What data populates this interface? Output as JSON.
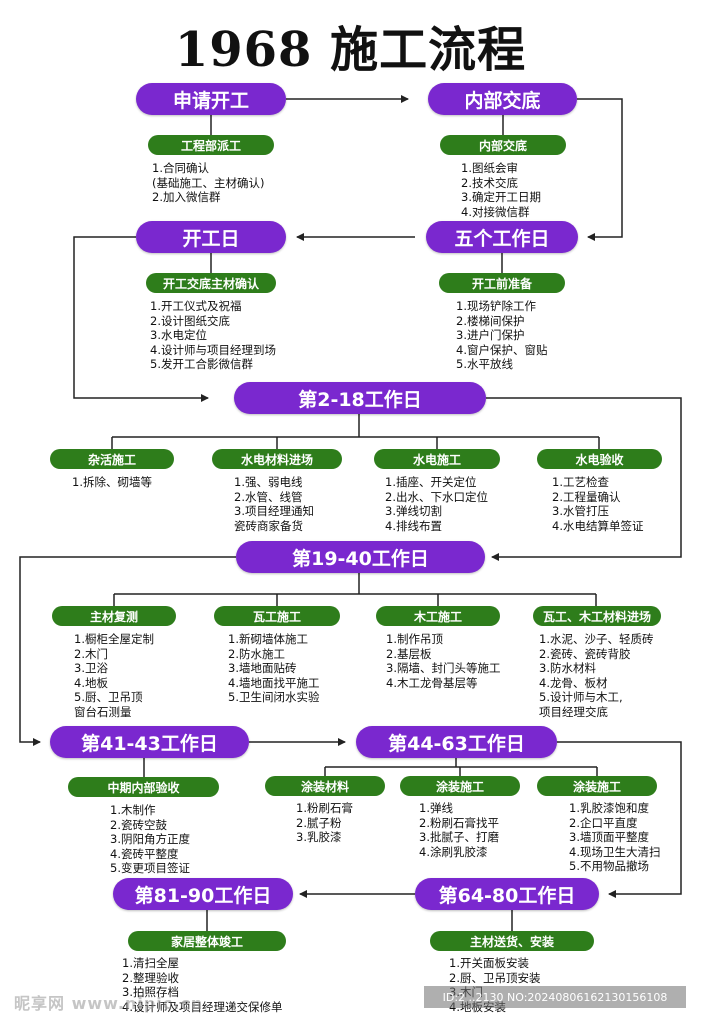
{
  "title": "1968 施工流程",
  "phases": {
    "apply": "申请开工",
    "internal": "内部交底",
    "start_day": "开工日",
    "five_days": "五个工作日",
    "d2_18": "第2-18工作日",
    "d19_40": "第19-40工作日",
    "d41_43": "第41-43工作日",
    "d44_63": "第44-63工作日",
    "d64_80": "第64-80工作日",
    "d81_90": "第81-90工作日"
  },
  "tasks": {
    "dispatch": "工程部派工",
    "internal_brief": "内部交底",
    "start_confirm": "开工交底主材确认",
    "prep": "开工前准备",
    "misc": "杂活施工",
    "mep_material": "水电材料进场",
    "mep_work": "水电施工",
    "mep_check": "水电验收",
    "main_measure": "主材复测",
    "tile_work": "瓦工施工",
    "wood_work": "木工施工",
    "tile_wood_material": "瓦工、木工材料进场",
    "mid_check": "中期内部验收",
    "paint_material": "涂装材料",
    "paint_work1": "涂装施工",
    "paint_work2": "涂装施工",
    "final_check": "家居整体竣工",
    "main_delivery": "主材送货、安装"
  },
  "details": {
    "dispatch": "1.合同确认\n(基础施工、主材确认)\n2.加入微信群",
    "internal_brief": "1.图纸会审\n2.技术交底\n3.确定开工日期\n4.对接微信群",
    "start_confirm": "1.开工仪式及祝福\n2.设计图纸交底\n3.水电定位\n4.设计师与项目经理到场\n5.发开工合影微信群",
    "prep": "1.现场铲除工作\n2.楼梯间保护\n3.进户门保护\n4.窗户保护、窗贴\n5.水平放线",
    "misc": "1.拆除、砌墙等",
    "mep_material": "1.强、弱电线\n2.水管、线管\n3.项目经理通知\n瓷砖商家备货",
    "mep_work": "1.插座、开关定位\n2.出水、下水口定位\n3.弹线切割\n4.排线布置",
    "mep_check": "1.工艺检查\n2.工程量确认\n3.水管打压\n4.水电结算单签证",
    "main_measure": "1.橱柜全屋定制\n2.木门\n3.卫浴\n4.地板\n5.厨、卫吊顶\n窗台石测量",
    "tile_work": "1.新砌墙体施工\n2.防水施工\n3.墙地面贴砖\n4.墙地面找平施工\n5.卫生间闭水实验",
    "wood_work": "1.制作吊顶\n2.基层板\n3.隔墙、封门头等施工\n4.木工龙骨基层等",
    "tile_wood_material": "1.水泥、沙子、轻质砖\n2.瓷砖、瓷砖背胶\n3.防水材料\n4.龙骨、板材\n5.设计师与木工,\n项目经理交底",
    "mid_check": "1.木制作\n2.瓷砖空鼓\n3.阴阳角方正度\n4.瓷砖平整度\n5.变更项目签证",
    "paint_material": "1.粉刷石膏\n2.腻子粉\n3.乳胶漆",
    "paint_work1": "1.弹线\n2.粉刷石膏找平\n3.批腻子、打磨\n4.涂刷乳胶漆",
    "paint_work2": "1.乳胶漆饱和度\n2.企口平直度\n3.墙顶面平整度\n4.现场卫生大清扫\n5.不用物品撤场",
    "final_check": "1.清扫全屋\n2.整理验收\n3.拍照存档\n4.设计师及项目经理递交保修单",
    "main_delivery": "1.开关面板安装\n2.厨、卫吊顶安装\n3.木门\n4.地板安装"
  },
  "watermark": {
    "left": "昵享网 www.nipic.cn",
    "right": "ID:2 ..2130 NO:20240806162130156108"
  },
  "colors": {
    "phase": "#7a28cf",
    "task": "#2e7d1b",
    "line": "#222222"
  }
}
